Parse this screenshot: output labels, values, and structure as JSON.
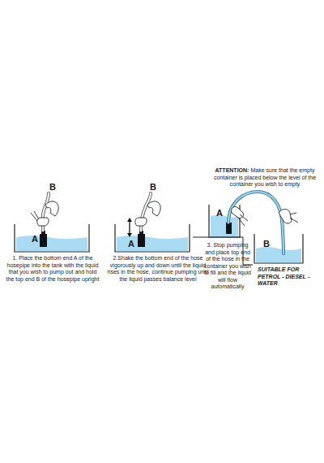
{
  "diagram": {
    "labels": [
      "B",
      "A",
      "1. Place the bottom end A of the hosepipe into the tank with the liquid that you wish to pump out and hold the top end B of the hosepipe upright",
      "B",
      "A",
      "2.Shake the bottom end of the hose vigorously up and down until the liquid rises in the hose, continue pumping until the liquid passes balance level",
      "ATTENTION:",
      "Make sure that the empty container is placed below the level of the container you wish to empty",
      "A",
      "B",
      "3. Stop pumping and place top end of the hose in the container you wish to fill and the liquid will flow automatically",
      "SUITABLE FOR PETROL - DIESEL – WATER"
    ]
  }
}
